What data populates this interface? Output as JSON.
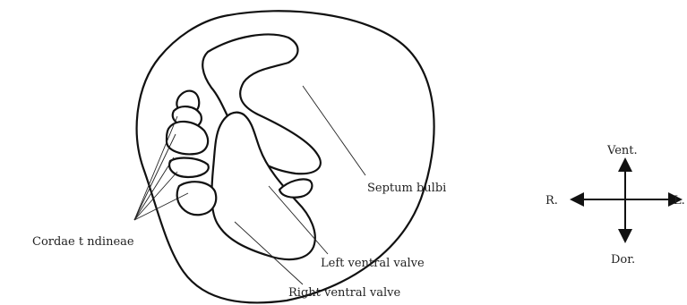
{
  "labels": {
    "septum_bulbi": "Septum bulbi",
    "cordae_tendineae": "Cordae t ndineae",
    "left_ventral_valve": "Left ventral valve",
    "right_ventral_valve": "Right ventral valve"
  },
  "orientation": {
    "ventral": "Vent.",
    "dorsal": "Dor.",
    "right": "R.",
    "left": "L."
  }
}
